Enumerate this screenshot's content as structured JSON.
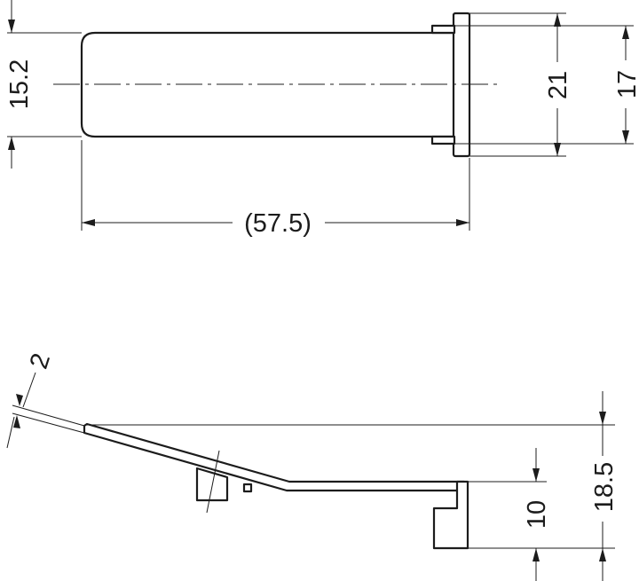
{
  "dimensions": {
    "height_top": "15.2",
    "length": "(57.5)",
    "outer_height": "21",
    "inner_height": "17",
    "thickness": "2",
    "step": "10",
    "total_height": "18.5"
  }
}
